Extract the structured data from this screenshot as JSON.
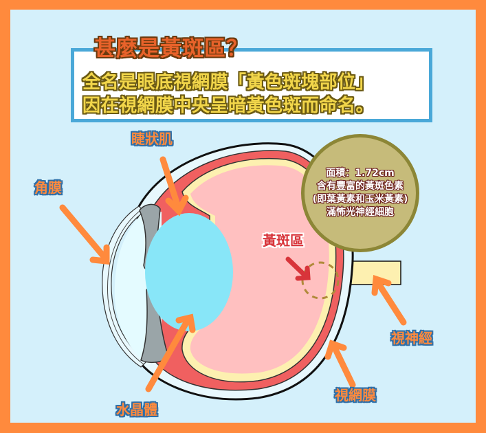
{
  "header": {
    "title": "甚麼是黃斑區？",
    "description_lines": [
      "全名是眼底視網膜「黃色斑塊部位」",
      "因在視網膜中央呈暗黃色斑而命名。"
    ]
  },
  "labels": {
    "cornea": "角膜",
    "ciliary_muscle": "睫狀肌",
    "lens": "水晶體",
    "retina": "視網膜",
    "optic_nerve": "視神經",
    "macula": "黃斑區"
  },
  "info_bubble": {
    "lines": [
      "面積：1.72cm",
      "含有豐富的黃斑色素",
      "(即葉黃素和玉米黃素)",
      "滿怖光神經細胞"
    ]
  },
  "colors": {
    "frame": "#ff8a3d",
    "background": "#d4f0fb",
    "box_border": "#4aa8d8",
    "vitreous": "#ffc0c0",
    "choroid": "#f06060",
    "retina_layer": "#fdf0b0",
    "lens": "#88e6f8",
    "iris": "#9aa5a8",
    "arrow": "#ff8a3d",
    "macula_arrow": "#d8343a",
    "bubble_fill": "#c6bb7a"
  }
}
